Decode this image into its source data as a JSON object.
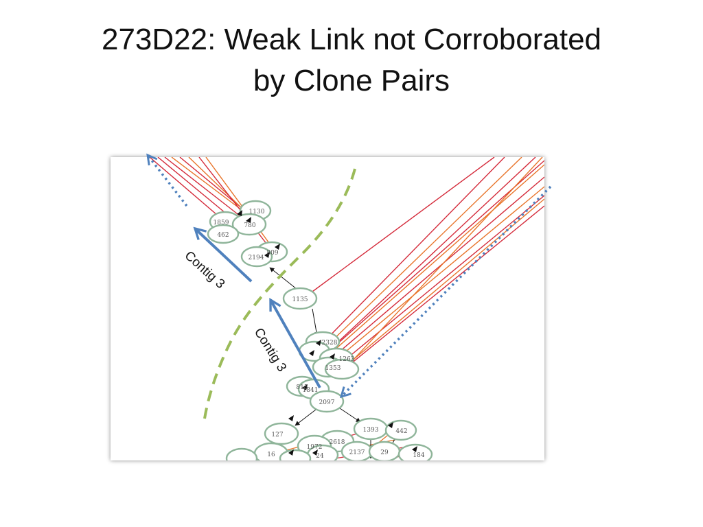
{
  "slide": {
    "title_line1": "273D22: Weak Link not Corroborated",
    "title_line2": "by Clone Pairs"
  },
  "colors": {
    "red_edge": "#d42a3a",
    "orange_edge": "#e8742a",
    "node_stroke": "#8fb59a",
    "contig_arrow": "#4f81bd",
    "boundary_dash": "#9bbb59",
    "black_edge": "#111111"
  },
  "annotations": {
    "contig_upper": "Contig 3",
    "contig_lower": "Contig 3"
  },
  "nodes": {
    "n_1130": "1130",
    "n_1859": "1859",
    "n_780": "780",
    "n_462": "462",
    "n_809": "809",
    "n_2194": "2194",
    "n_1135": "1135",
    "n_2328": "2328",
    "n_1263": "1263",
    "n_1353": "1353",
    "n_815": "815",
    "n_1841": "1841",
    "n_2097": "2097",
    "n_127": "127",
    "n_1393": "1393",
    "n_442": "442",
    "n_2618": "2618",
    "n_1972": "1972",
    "n_2137": "2137",
    "n_16": "16",
    "n_29": "29",
    "n_184": "184",
    "n_24": "24"
  }
}
